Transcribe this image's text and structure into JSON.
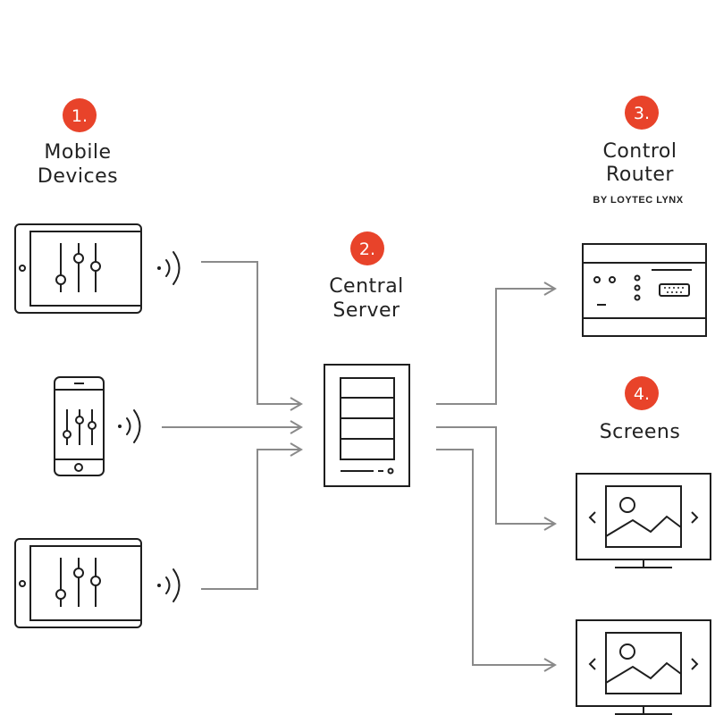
{
  "colors": {
    "accent": "#e8432a",
    "stroke": "#1e1e1e",
    "connector": "#8a8a8a",
    "background": "#ffffff"
  },
  "sections": {
    "mobile": {
      "number": "1.",
      "title_line1": "Mobile",
      "title_line2": "Devices"
    },
    "server": {
      "number": "2.",
      "title_line1": "Central",
      "title_line2": "Server"
    },
    "router": {
      "number": "3.",
      "title_line1": "Control",
      "title_line2": "Router",
      "subtitle": "BY LOYTEC LYNX"
    },
    "screens": {
      "number": "4.",
      "title_line1": "Screens"
    }
  },
  "icons": {
    "devices": [
      "tablet-icon",
      "smartphone-icon",
      "tablet-icon"
    ],
    "wireless": "wireless-signal-icon",
    "server": "server-icon",
    "router": "router-icon",
    "screens": [
      "monitor-image-icon",
      "monitor-image-icon"
    ]
  }
}
